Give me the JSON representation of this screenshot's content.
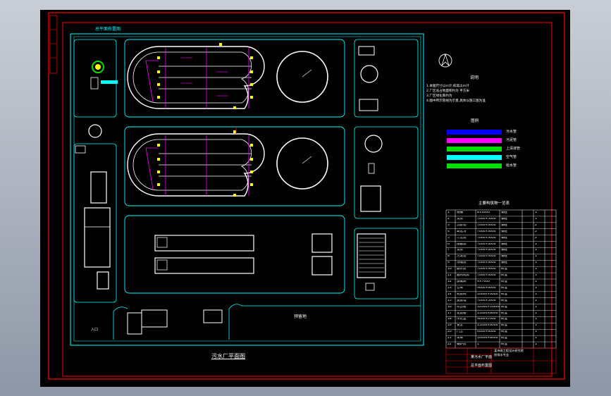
{
  "drawing": {
    "title": "污水厂平面图",
    "top_left_label": "总平面布置图",
    "area_label": "预留地",
    "entrance_label": "入口"
  },
  "notes": {
    "heading": "说明",
    "lines": [
      "1.本图尺寸以m计,标高以m计",
      "2.厂区总占地面积约为 平方米",
      "3.厂区绿化率约为",
      "4.图中所示管线为示意,具体以施工图为准"
    ]
  },
  "legend": {
    "heading": "图例",
    "items": [
      {
        "label": "污水管",
        "color": "#0000ff"
      },
      {
        "label": "污泥管",
        "color": "#ff00ff"
      },
      {
        "label": "上清液管",
        "color": "#00dd00"
      },
      {
        "label": "空气管",
        "color": "#00ffff"
      },
      {
        "label": "给水管",
        "color": "#00dd00"
      }
    ]
  },
  "equipment_table": {
    "heading": "主要构筑物一览表",
    "rows": [
      [
        "1",
        "格栅",
        "8×4000",
        "钢砼",
        "1"
      ],
      [
        "2",
        "泵房",
        "7000×5000",
        "钢砼",
        "1"
      ],
      [
        "3",
        "沉砂池",
        "7000×3000",
        "钢砼",
        "2"
      ],
      [
        "4",
        "氧化沟",
        "7000×3000",
        "钢砼",
        "2"
      ],
      [
        "5",
        "二沉池",
        "7000×3000",
        "钢砼",
        "2"
      ],
      [
        "6",
        "接触池",
        "7000×3000",
        "钢砼",
        "1"
      ],
      [
        "7",
        "泵房",
        "7000×3000",
        "钢砼",
        "1"
      ],
      [
        "8",
        "污泥池",
        "7000×3000",
        "钢砼",
        "1"
      ],
      [
        "9",
        "浓缩池",
        "7000×3000",
        "钢砼",
        "1"
      ],
      [
        "10",
        "脱水房",
        "7000×3000",
        "砖混",
        "1"
      ],
      [
        "11",
        "鼓风机房",
        "7000×3000",
        "砖混",
        "1"
      ],
      [
        "12",
        "加氯间",
        "9×7000",
        "砖混",
        "1"
      ],
      [
        "13",
        "仓库",
        "9000×6000",
        "砖混",
        "1"
      ],
      [
        "14",
        "机修间",
        "10000×6000",
        "砖混",
        "1"
      ],
      [
        "15",
        "变配电",
        "7000×5000",
        "砖混",
        "1"
      ],
      [
        "16",
        "综合楼",
        "12000×10000",
        "砖混",
        "1"
      ],
      [
        "17",
        "化验楼",
        "15000×8000",
        "砖混",
        "1"
      ],
      [
        "18",
        "传达室",
        "9000×7000",
        "砖混",
        "1"
      ],
      [
        "19",
        "食堂",
        "15000×6000",
        "砖混",
        "1"
      ],
      [
        "20",
        "门卫",
        "4000×4000",
        "砖混",
        "1"
      ],
      [
        "21",
        "车库",
        "10000×8000",
        "砖混",
        "1"
      ],
      [
        "22",
        "锅炉房",
        "1",
        "砖混",
        "1"
      ]
    ]
  },
  "title_block": {
    "project": "某污水厂平面",
    "drawing_name": "总平面布置图",
    "company": "某市政工程设计研究院",
    "sub": "给排水专业"
  }
}
